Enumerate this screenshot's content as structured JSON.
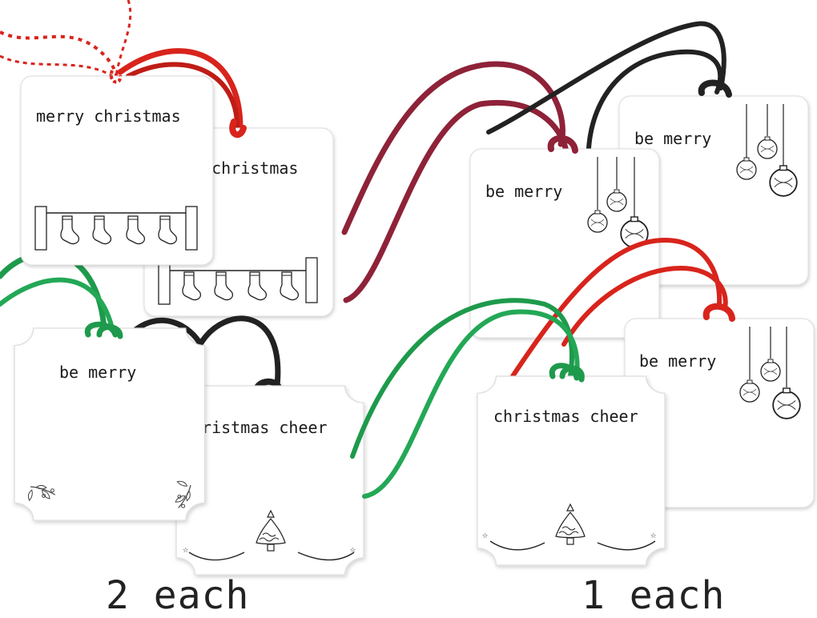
{
  "tags": {
    "merry_christmas_front": "merry christmas",
    "merry_christmas_back": "y christmas",
    "be_merry_scalloped": "be merry",
    "christmas_cheer_left": "hristmas cheer",
    "be_merry_ornaments_top": "be merry",
    "be_merry_ornaments_mid": "be merry",
    "be_merry_ornaments_low": "be merry",
    "christmas_cheer_right": "christmas cheer"
  },
  "captions": {
    "left": "2 each",
    "right": "1 each"
  },
  "colors": {
    "red_cord": "#d8241c",
    "green_cord": "#1e9a4c",
    "black_cord": "#222222",
    "maroon_cord": "#8e2238",
    "twine_red": "#d8241c",
    "twine_white": "#ffffff"
  }
}
